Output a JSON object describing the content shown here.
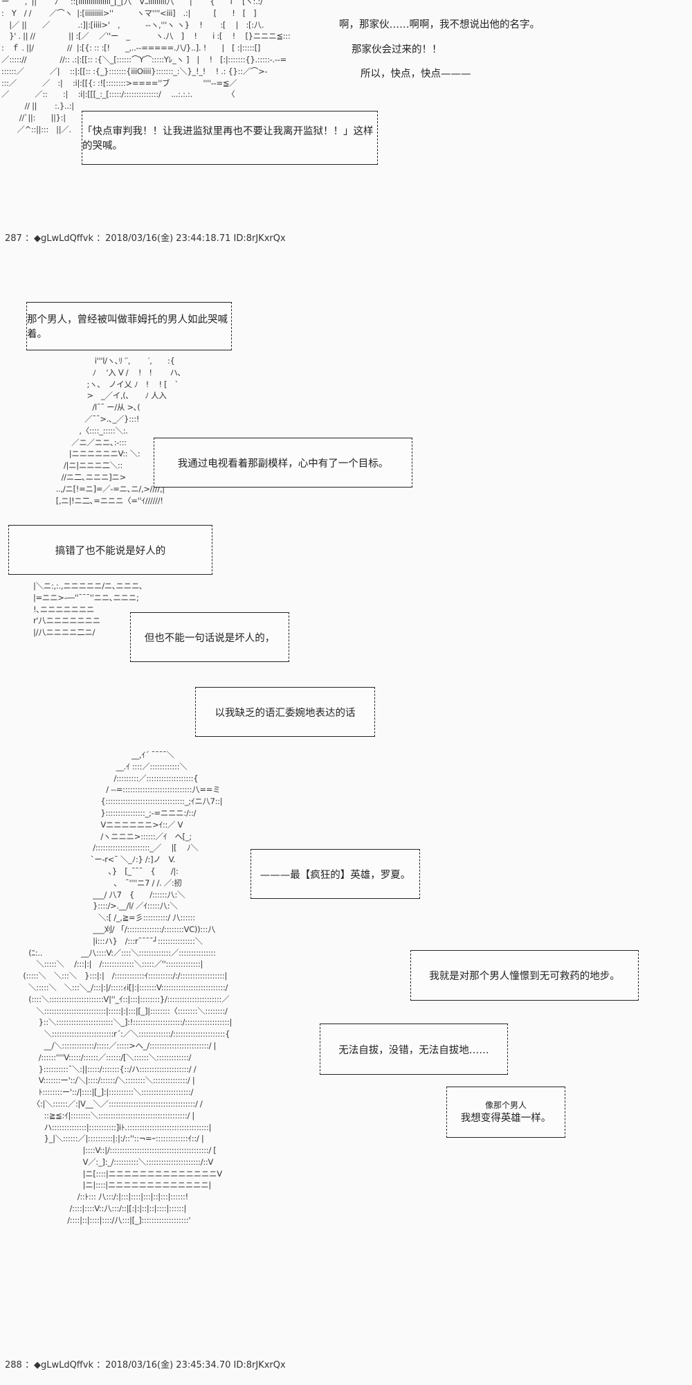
{
  "posts": [
    {
      "header": "287 ：◆gLwLdQffvk ：2018/03/16(金) 23:44:18.71 ID:8rJKxrQx"
    },
    {
      "header": "288 ：◆gLwLdQffvk ：2018/03/16(金) 23:45:34.70 ID:8rJKxrQx"
    }
  ],
  "top": {
    "lines": [
      "啊，那家伙……啊啊，我不想说出他的名字。",
      "那家伙会过来的！！",
      "所以，快点，快点———"
    ],
    "box": "「快点审判我！！让我进监狱里再也不要让我离开监狱！！」这样的哭喊。"
  },
  "panels": {
    "femto": "那个男人，曾经被叫做菲姆托的男人如此哭喊着。",
    "tv": "我通过电视看着那副模样，心中有了一个目标。",
    "not_good": "搞错了也不能说是好人的",
    "not_bad": "但也不能一句话说是坏人的，",
    "euphemism": "以我缺乏的语汇委婉地表达的话",
    "rorschach": "———最【疯狂的】英雄，罗夏。",
    "admire": "我就是对那个男人憧憬到无可救药的地步。",
    "cant_help": "无法自拔，没错，无法自拔地……",
    "want_small": "像那个男人",
    "want": "我想变得英雄一样。"
  },
  "art": {
    "top": [
      "ー　　,  ||　　 ﾉ　  ::[iiiiiiiiiiiiiiii_[_[八　Vﾆiiiiiiiii八　　|　　 {　　i　 [ヽ:.:/",
      ":　Y　/ /　　 ／⌒ヽ  |:[iiiiiiiii>''　　　ヽマ''''<iii]　.:|　　　[　　!　[　]",
      "　|／ ||　　／　　　  .:]|:[iiii>'　,　　　 --ヽ,'''ヽ ヽ}　 !　　 :[　 |　:[:八.",
      "　}' . || //　　　　 || :[／　 ／''ー　_　　　 ヽ.八　]　 !　　i :[　 !　 [}ニニニ≦:::",
      ":　ｆ . ||/　　　　 //  |:[{: :: :[!　　_,..--=====.八/}..]. !　　|　[ :|:::::[]",
      "／::::://　　　　 //:: .:|:[[:: :{＼_[::::::⌒Y⌒:::::Yﾚ_ヽ ]　|　 !　[:|:::::::{}.:::::-.--=",
      "::::::／　　　 ／|　 ::|:[[:: :{_}:::::::{iiiOiiii}:::::::_:＼}_!_!　 ! .: {}::／⌒>-",
      ":::／　　　 ／　:|　 :i|:[[{: :![::::::::>====''ブ　　　　 ''''--=≦／",
      "／　　　 ／::　　:|　 :i|:[[[_:_[:::::/::::::::::::::/　 ...:.:.:.　　　　　〈",
      "　　　// ||　　 :.}..:|",
      "　　 //`||:　　||}:|",
      "　　／^::||:::　||／."
    ],
    "girl": [
      "　　　　　　　 i'''l/ヽ､ﾘ ′′,　　 ′,　　:{",
      "　　　　　　　ﾉ　 '入 V /　 !　!　　 ハ､",
      "　　　　　　 ;ヽ､　ノイ乂 ﾉ　! 　! [　`",
      "　　　　　　 >　_／イ,(､　　ﾉ 人入",
      "　　　　　　　/l¯¯ ー/从 >､(",
      "　　　　　　／¯¯>.､_／}:::!",
      "　　　　　 ,〈::::_:::::＼:.",
      "　　　　 ／ニ／ニニ､:-:::",
      "　　　　|ニニニニニニV:: ＼:",
      "　　　 /|ニ|ニニニ二＼::",
      "　　　//ニ二､ニニニ]ニ>",
      "　　 ..,/ニ[!=ニ]=／-=ニ､ニ/,>////,|",
      "　　 [,ニ|!ニ二､=ニニニ〈=''ｲ//////!"
    ],
    "mid": [
      "|＼ニ:,:.,ニニニニニ/ニ､ニニニ､",
      "|=ニニ>-―''¯¯¯''ニニ､ニニニ;",
      "!､ニニニニニニニ",
      "r'八ニニニニニニニ",
      "|/八ニニニニ二ニ/"
    ],
    "hero": [
      "　　　　　　　　　　　　　　 __,ｲ´ ¯¯¯¯＼",
      "　　　　　　　　　　　　 __.ｲ ::::／::::::::::::＼",
      "　　　　　　　　　　　　/:::::::::／:::::::::::::::::::{",
      "　　　　　　　　　　　/ --=::::::::::::::::::::::::::::八==ミ",
      "　　　　　　　　　　 {::::::::::::::::::::::::::::::::_;ｲニ八7::|",
      "　　　　　　　　　　 }::::::::::::::::_;-=ニニニ:/::/",
      "　　　　　　　　　　 Vニニニニニニ>ｲ::／ V",
      "　　　　　　　　　　 /ヽニニニ>::::::／ｲ　ヘ[_;",
      "　　　　　　　　　 /::::::::::::::::::::::_／　 |[　 ﾉ＼",
      "　　　　　　　　　`ー-r<¯ ＼_ﾉ:} /:]ノ　V.",
      "　　　　　　　　　　　 ､}　[_¯¯¯　{　　/|:",
      "　　　　　　　　　　　　､　¯''''ニ7 / /. ／:扨",
      "　　　　　　　　　 ___/ 八7　{　　/::::::八:＼",
      "　　　　　　　　　 }::::/>.__/l/ ／ｲ:::::八:＼",
      "　　　　　　　　　　＼:[ /_,≧=彡::::::::::/ 八::::::",
      "　　　　　　　　　 ___刈/ 「/::::::::::::::/::::::::VC)):::八",
      "　　　　　　　　　 |i:::ハ}　/:::r¯¯¯¯┘:::::::::::::::＼",
      "　(ﾆ:..　　　　　__八::::V:／::::＼:::::::::::::／:::::::::::::::",
      "　　＼:::::＼　 /:::|:|　/:::::::::::::＼:::::／''::::::::::::::|",
      " (:::::＼　＼:::＼　}:::|:|　/::::::::::::ｲ::::::::::/:/::::::::::::::::::|",
      "　＼:::::＼　＼:::＼_/:::|:|/:::::ｨi[|:|:::::::V::::::::::::::::::::::::::/",
      "　(::::＼::::::::::::::::::::::V|''_ｲ::|:::|::::::::}/::::::::::::::::::::::／",
      "　　＼:::::::::::::::::::::::::|:::::|:|:::|[_]|::::::::〈::::::::＼::::::::/",
      "　　 }::＼:::::::::::::::::::::::＼_]:!::::::::::::::::::::/::::::::::::::::::|",
      "　　　＼:::::::::::::::::::::::::r´:／＼:::::::::::::/:::::::::::::::::::::{",
      "　　　__/＼:::::::::::::/:::::／:::::>へ_/::::::::::::::::::::::::/ |",
      "　　 /::::::''''V:::::/::::::／::::::/[＼::::::＼:::::::::::::/",
      "　　 }::::::::::¯＼:||:::::/:::::::{::/ハ::::::::::::::::::::/ /",
      "　　 V:::::::ー'::/＼|::::/::::::/＼::::::::＼::::::::::::::/ |",
      "　　 ﾄ::::::::ー'::/|::::|[_]:|::::::::::＼::::::::::::::::::::/",
      "　　〈:|＼::::::／:|V__＼／:::::::::::::::::::::::::::::::::::/ /",
      "　　　::≧≦:ｲ|::::::::＼::::::::::::::::::::::::::::::::::::/ |",
      "　　　ハ::::::::::::::|:::::::::::]iﾄ.:::::::::::::::::::::::::::::::::|",
      "　　　}_|＼::::::／|::::::::::|:|:/::''::¬=ｰ:::::::::::::ｲ::/ |",
      "　　　　　　　　|::::V::|/::::::::::::::::::::::::::::::::::::::::/ [",
      "　　　　　　　　V／:_]:_/::::::::::＼::::::::::::::::::::::/::V",
      "　　　　　　　　|ニ[::::|ニニニニニニニニニニニニニニV",
      "　　　　　　　　|ニ|::::|ニニニニニニニニニニニニニ|",
      "　　　　　　　 /::ﾄ::: 八:::/:|:::|::::|:::|::|:::|::::::!",
      "　　　　　　 /::::|::::V::八:::/::|[:|:|::|::|::::|::::::|",
      "　　　　　　/::::|::|::::|::::/八:::|[_]:::::::::::::::::::'"
    ]
  }
}
